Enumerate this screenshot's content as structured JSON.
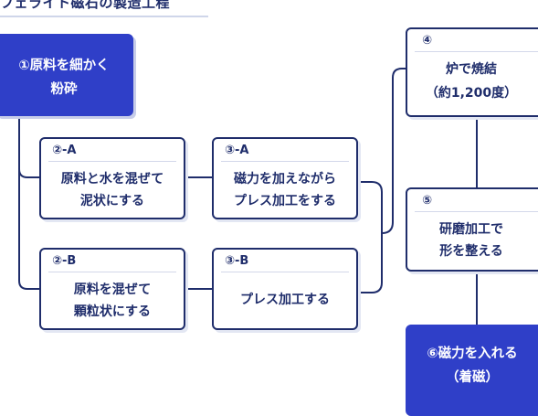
{
  "title": "フェライト磁石の製造工程",
  "steps": {
    "s1": {
      "line1": "①原料を細かく",
      "line2": "粉砕"
    },
    "s2a": {
      "num": "②-A",
      "line1": "原料と水を混ぜて",
      "line2": "泥状にする"
    },
    "s3a": {
      "num": "③-A",
      "line1": "磁力を加えながら",
      "line2": "プレス加工をする"
    },
    "s2b": {
      "num": "②-B",
      "line1": "原料を混ぜて",
      "line2": "顆粒状にする"
    },
    "s3b": {
      "num": "③-B",
      "line1": "プレス加工する"
    },
    "s4": {
      "num": "④",
      "line1": "炉で焼結",
      "line2": "（約1,200度）"
    },
    "s5": {
      "num": "⑤",
      "line1": "研磨加工で",
      "line2": "形を整える"
    },
    "s6": {
      "line1": "⑥磁力を入れる",
      "line2": "（着磁）"
    }
  },
  "colors": {
    "navy": "#1f2d6b",
    "accent": "#2f3fc8",
    "bg": "#ffffff"
  }
}
